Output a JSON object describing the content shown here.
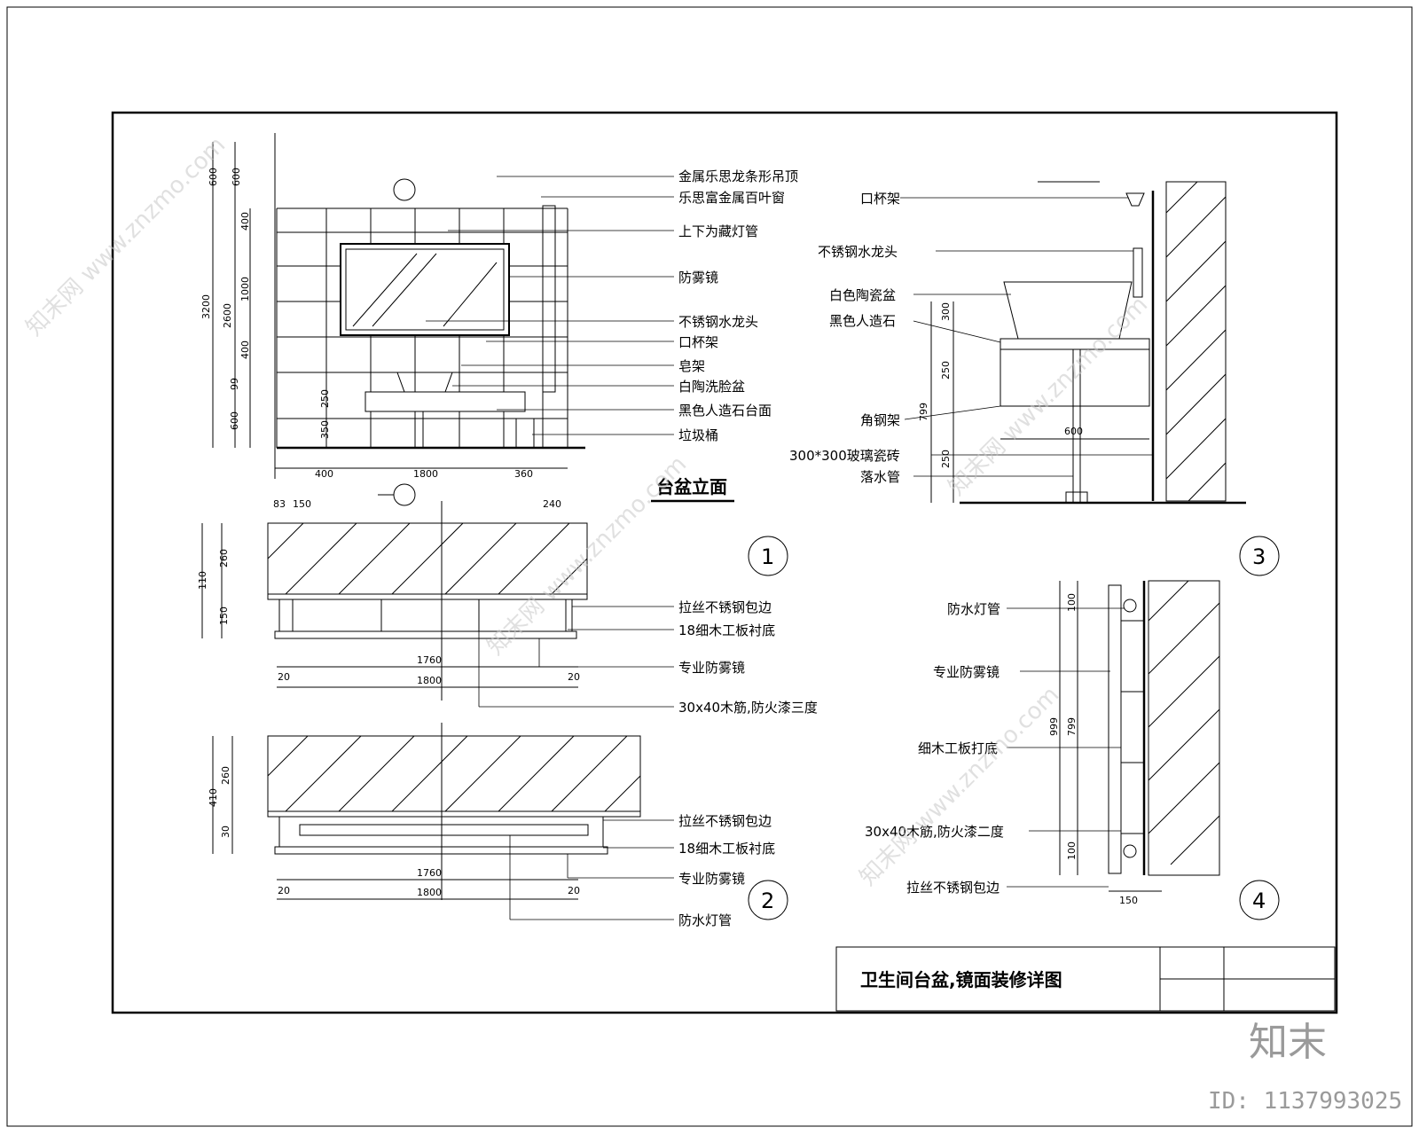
{
  "sheet_title": "卫生间台盆,镜面装修详图",
  "elevation": {
    "title": "台盆立面",
    "labels": [
      "金属乐思龙条形吊顶",
      "乐思富金属百叶窗",
      "上下为藏灯管",
      "防雾镜",
      "不锈钢水龙头",
      "口杯架",
      "皂架",
      "白陶洗脸盆",
      "黑色人造石台面",
      "垃圾桶"
    ],
    "dims_left": [
      "3200",
      "2600",
      "600",
      "600",
      "400",
      "1000",
      "400",
      "99",
      "600"
    ],
    "dims_inner": [
      "250",
      "350"
    ],
    "dims_bottom": [
      "400",
      "1800",
      "360"
    ]
  },
  "section3": {
    "labels": [
      "口杯架",
      "不锈钢水龙头",
      "白色陶瓷盆",
      "黑色人造石",
      "角钢架",
      "300*300玻璃瓷砖",
      "落水管"
    ],
    "dims": [
      "300",
      "250",
      "799",
      "250",
      "600"
    ]
  },
  "plan1": {
    "labels": [
      "拉丝不锈钢包边",
      "18细木工板衬底",
      "专业防雾镜",
      "30x40木筋,防火漆三度"
    ],
    "dims": [
      "83",
      "150",
      "240",
      "110",
      "260",
      "150",
      "1760",
      "1800",
      "20",
      "20"
    ]
  },
  "plan2": {
    "labels": [
      "拉丝不锈钢包边",
      "18细木工板衬底",
      "专业防雾镜",
      "防水灯管"
    ],
    "dims": [
      "410",
      "260",
      "30",
      "1760",
      "1800",
      "20",
      "20"
    ]
  },
  "section4": {
    "labels": [
      "防水灯管",
      "专业防雾镜",
      "细木工板打底",
      "30x40木筋,防火漆二度",
      "拉丝不锈钢包边"
    ],
    "dims": [
      "100",
      "999",
      "799",
      "100",
      "150"
    ]
  },
  "callouts": [
    "1",
    "2",
    "3",
    "4"
  ],
  "watermark": "知末网 www.znzmo.com",
  "brand": "知末",
  "id_text": "ID: 1137993025"
}
